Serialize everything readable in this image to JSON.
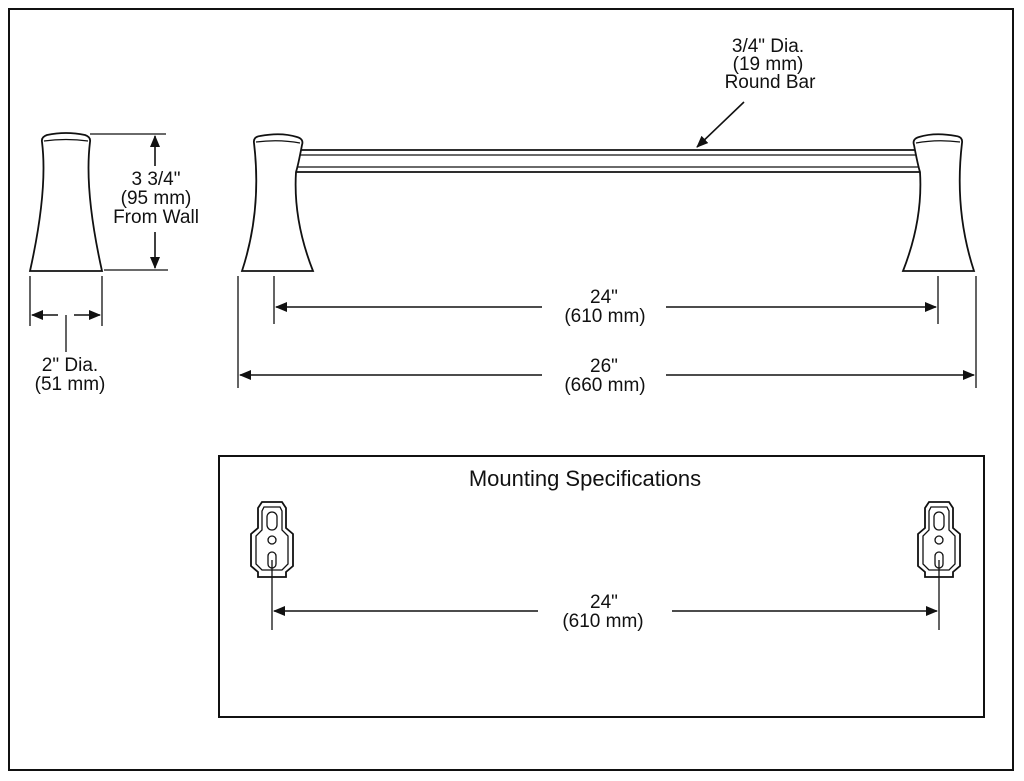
{
  "bar_diameter": {
    "line1": "3/4\" Dia.",
    "line2": "(19 mm)",
    "line3": "Round Bar"
  },
  "projection": {
    "line1": "3 3/4\"",
    "line2": "(95 mm)",
    "line3": "From Wall"
  },
  "post_diameter": {
    "line1": "2\" Dia.",
    "line2": "(51 mm)"
  },
  "inner_length": {
    "line1": "24\"",
    "line2": "(610 mm)"
  },
  "overall_length": {
    "line1": "26\"",
    "line2": "(660 mm)"
  },
  "mounting": {
    "title": "Mounting Specifications",
    "spacing": {
      "line1": "24\"",
      "line2": "(610 mm)"
    }
  }
}
